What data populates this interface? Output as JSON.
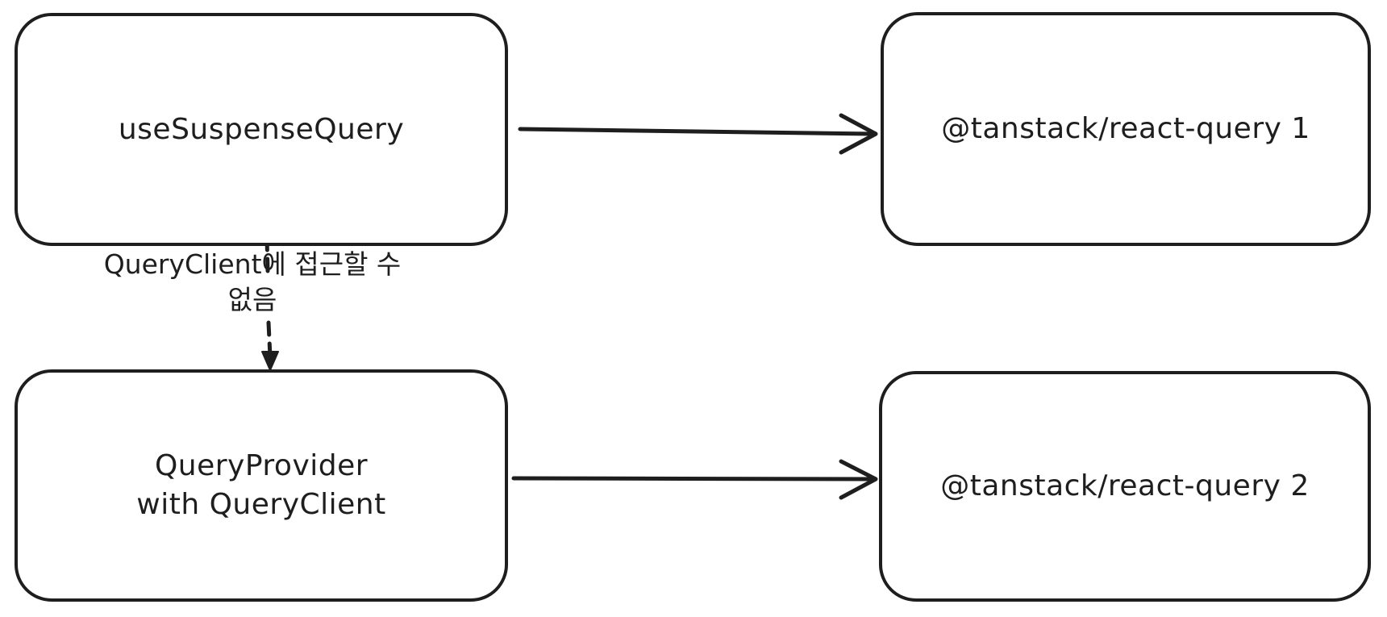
{
  "canvas": {
    "background": "#ffffff",
    "stroke_color": "#1e1e1e"
  },
  "diagram": {
    "nodes": [
      {
        "id": "use-suspense-query",
        "label": "useSuspenseQuery"
      },
      {
        "id": "tanstack-react-query-1",
        "label": "@tanstack/react-query 1"
      },
      {
        "id": "query-provider-with-query-client",
        "label_line1": "QueryProvider",
        "label_line2": "with QueryClient"
      },
      {
        "id": "tanstack-react-query-2",
        "label": "@tanstack/react-query 2"
      }
    ],
    "edges": [
      {
        "from": "useSuspenseQuery",
        "to": "@tanstack/react-query 1",
        "style": "solid"
      },
      {
        "from": "useSuspenseQuery",
        "to": "QueryProvider with QueryClient",
        "style": "dashed",
        "label_line1": "QueryClient에 접근할 수",
        "label_line2": "없음"
      },
      {
        "from": "QueryProvider with QueryClient",
        "to": "@tanstack/react-query 2",
        "style": "solid"
      }
    ]
  }
}
